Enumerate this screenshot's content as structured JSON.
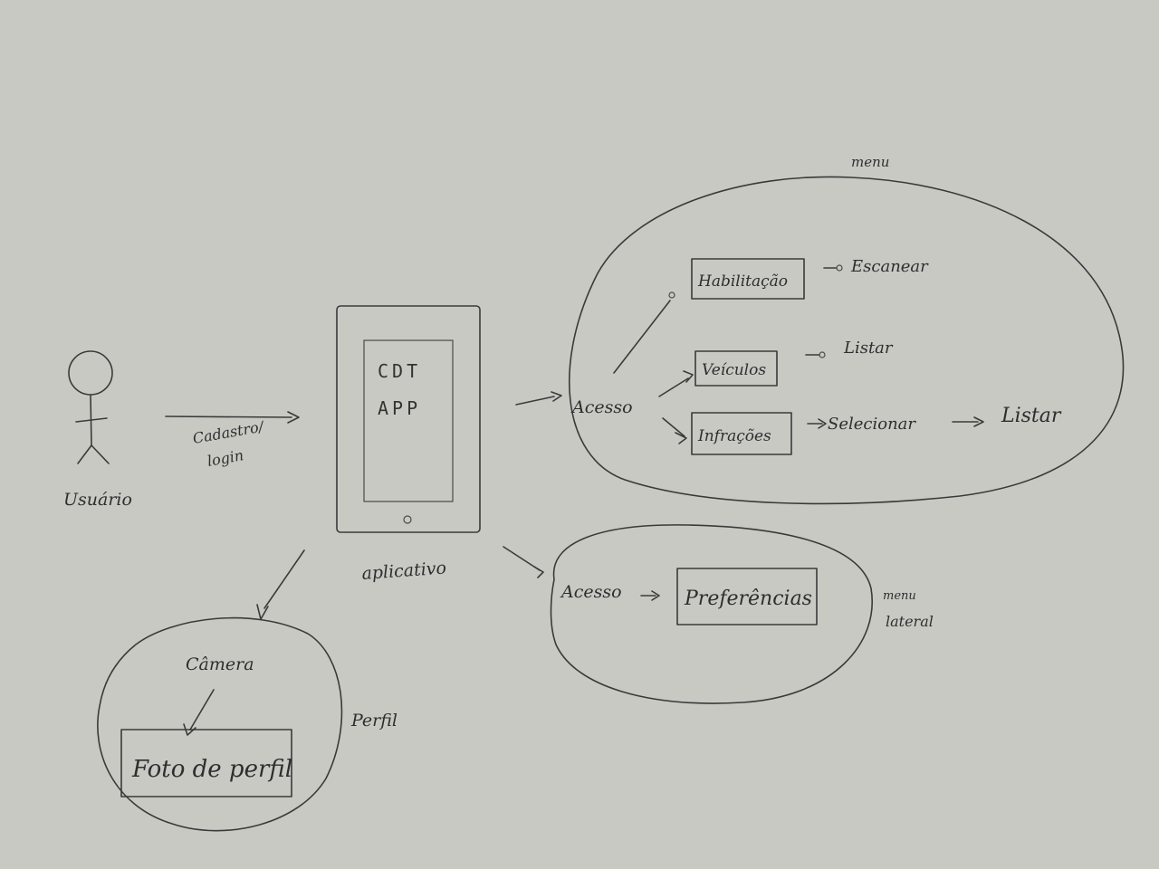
{
  "diagram": {
    "actor": {
      "label": "Usuário"
    },
    "register_edge": {
      "line1": "Cadastro/",
      "line2": "login"
    },
    "device": {
      "screen_line1": "CDT",
      "screen_line2": "APP",
      "label": "aplicativo"
    },
    "menu_group": {
      "label": "menu",
      "access": "Acesso",
      "items": [
        {
          "label": "Habilitação",
          "action": "Escanear"
        },
        {
          "label": "Veículos",
          "action": "Listar"
        },
        {
          "label": "Infrações",
          "action": "Selecionar",
          "next": "Listar"
        }
      ]
    },
    "side_menu_group": {
      "label_line1": "menu",
      "label_line2": "lateral",
      "access": "Acesso",
      "item": "Preferências"
    },
    "profile_group": {
      "label": "Perfil",
      "source": "Câmera",
      "item": "Foto de perfil"
    }
  }
}
